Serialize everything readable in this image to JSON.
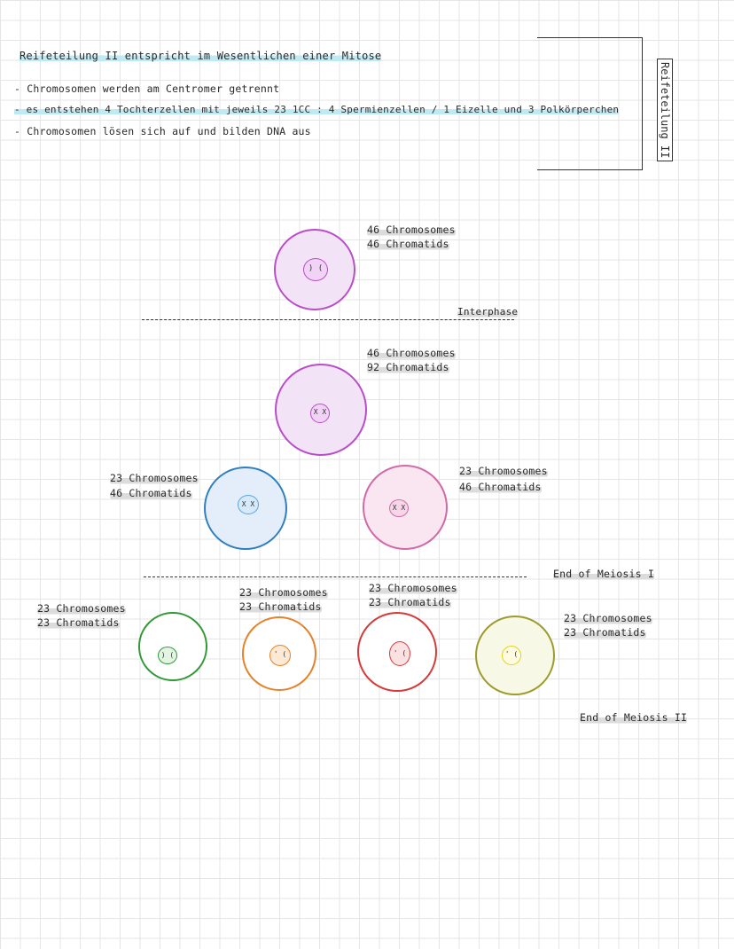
{
  "header": {
    "title": "Reifeteilung II entspricht im Wesentlichen einer Mitose",
    "bullets": [
      "- Chromosomen  werden am  Centromer getrennt",
      "- es entstehen  4 Tochterzellen mit jeweils 23 1CC  :  4 Spermienzellen / 1 Eizelle und 3 Polkörperchen",
      "- Chromosomen  lösen  sich auf und bilden  DNA aus"
    ],
    "side_label": "Reifeteilung II"
  },
  "phases": {
    "interphase": "Interphase",
    "end_meiosis_1": "End of Meiosis I",
    "end_meiosis_2": "End of Meiosis II"
  },
  "cells": {
    "top": {
      "chromosomes": "46 Chromosomes",
      "chromatids": "46 Chromatids",
      "color": "#b94dc9",
      "fill": "#f3e3f7",
      "glyph": ") ("
    },
    "second": {
      "chromosomes": "46 Chromosomes",
      "chromatids": "92 Chromatids",
      "color": "#b94dc9",
      "fill": "#f3e3f7",
      "glyph": "X X"
    },
    "left_mid": {
      "chromosomes": "23 Chromosomes",
      "chromatids": "46 Chromatids",
      "color": "#2f7fc0",
      "fill": "#e4eefb",
      "glyph": "X X"
    },
    "right_mid": {
      "chromosomes": "23 Chromosomes",
      "chromatids": "46 Chromatids",
      "color": "#d06aa6",
      "fill": "#fae6f1",
      "glyph": "X X"
    },
    "b1": {
      "chromosomes": "23 Chromosomes",
      "chromatids": "23 Chromatids",
      "color": "#2f9a35",
      "fill": "#ffffff",
      "glyph": ") ("
    },
    "b2": {
      "chromosomes": "23 Chromosomes",
      "chromatids": "23 Chromatids",
      "color": "#e5822a",
      "fill": "#ffffff",
      "glyph": "' ("
    },
    "b3": {
      "chromosomes": "23 Chromosomes",
      "chromatids": "23 Chromatids",
      "color": "#d63b3b",
      "fill": "#ffffff",
      "glyph": "' ("
    },
    "b4": {
      "chromosomes": "23 Chromosomes",
      "chromatids": "23 Chromatids",
      "color": "#9c9c2e",
      "fill": "#f8f8e6",
      "glyph": "' ("
    }
  }
}
